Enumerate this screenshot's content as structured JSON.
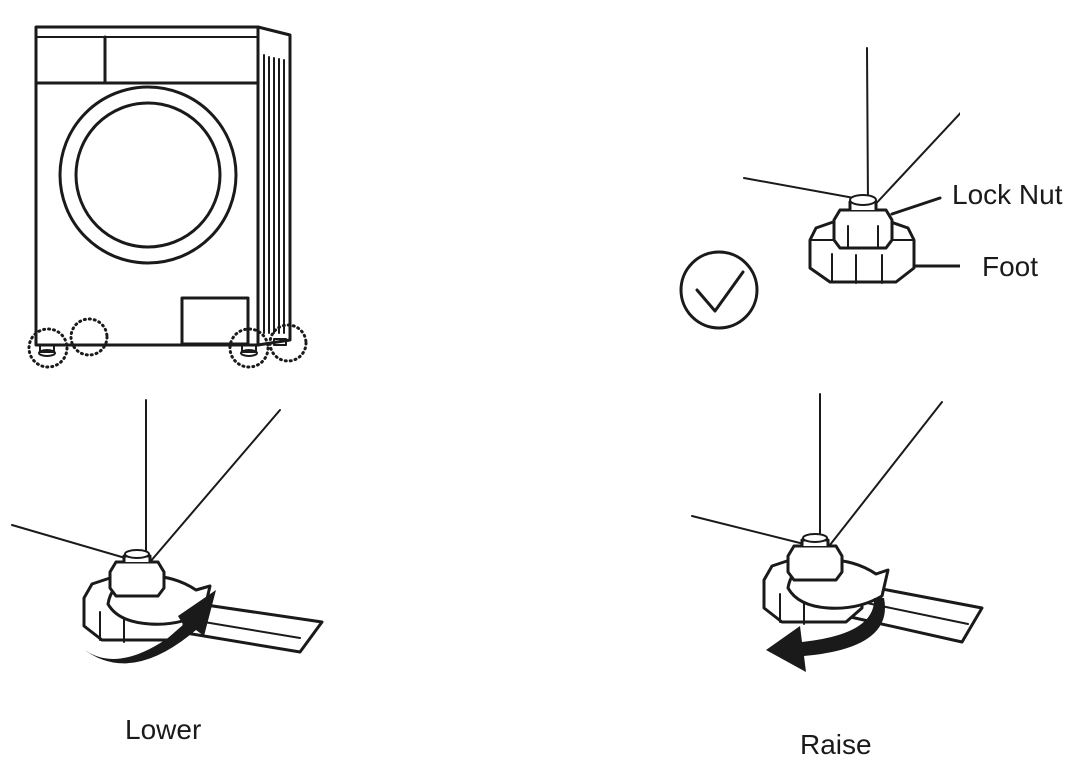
{
  "diagram": {
    "labels": {
      "lock_nut": "Lock Nut",
      "foot": "Foot",
      "lower": "Lower",
      "raise": "Raise"
    },
    "icons": {
      "washer": "washing-machine-icon",
      "check": "checkmark-circle-icon",
      "rotate_lower": "clockwise-arrow-icon",
      "rotate_raise": "counterclockwise-arrow-icon"
    }
  }
}
